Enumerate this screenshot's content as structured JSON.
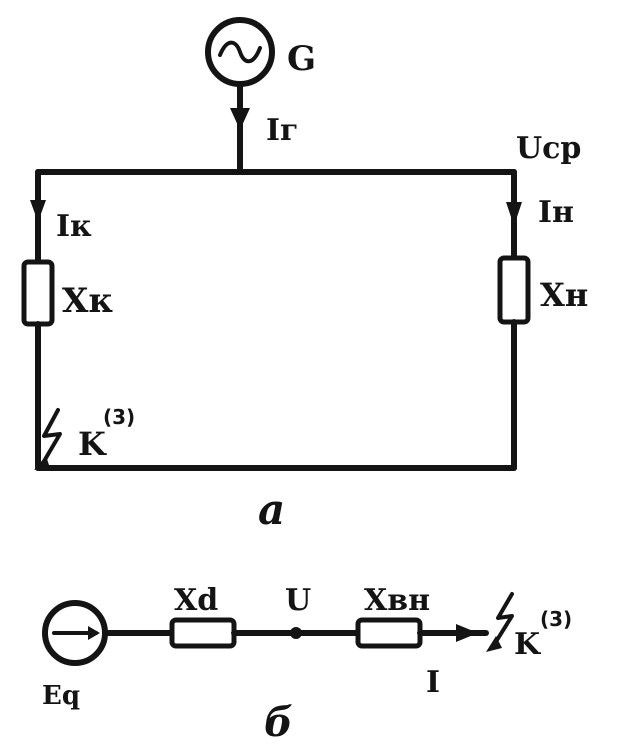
{
  "diagram_a": {
    "generator_label": "G",
    "generator_current_label": "Iг",
    "voltage_label": "Uср",
    "short_branch_current_label": "Iк",
    "short_branch_reactance_label": "Xк",
    "load_current_label": "Iн",
    "load_reactance_label": "Xн",
    "fault_label": "K",
    "fault_superscript": "(3)",
    "caption": "а"
  },
  "diagram_b": {
    "source_label": "Eq",
    "reactance_d_label": "Xd",
    "node_label": "U",
    "reactance_ext_label": "Xвн",
    "current_label": "I",
    "fault_label": "K",
    "fault_superscript": "(3)",
    "caption": "б"
  },
  "colors": {
    "ink": "#141414",
    "paper": "#ffffff"
  }
}
